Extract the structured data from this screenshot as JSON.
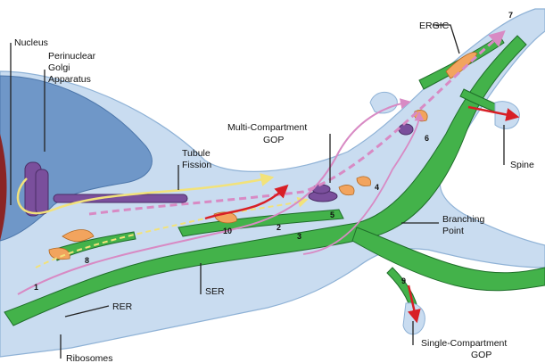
{
  "labels": {
    "nucleus": "Nucleus",
    "perinuclear_golgi": [
      "Perinuclear",
      "Golgi",
      "Apparatus"
    ],
    "tubule_fission": [
      "Tubule",
      "Fission"
    ],
    "multi_compartment_gop": [
      "Multi-Compartment",
      "GOP"
    ],
    "ergic": "ERGIC",
    "spine": "Spine",
    "branching_point": [
      "Branching",
      "Point"
    ],
    "ser": "SER",
    "rer": "RER",
    "ribosomes": "Ribosomes",
    "single_compartment_gop": [
      "Single-Compartment",
      "GOP"
    ]
  },
  "step_numbers": [
    "1",
    "2",
    "3",
    "4",
    "5",
    "6",
    "7",
    "8",
    "9",
    "10"
  ],
  "colors": {
    "cytoplasm": "#c9dcf0",
    "nucleus": "#6f97c8",
    "er_green": "#43b24a",
    "er_outline": "#1f6e2a",
    "golgi_purple": "#7a4f9c",
    "ergic_orange": "#f2a45e",
    "arrow_red": "#d81f26",
    "path_yellow": "#f2e27a",
    "path_pink": "#d88ac4"
  }
}
